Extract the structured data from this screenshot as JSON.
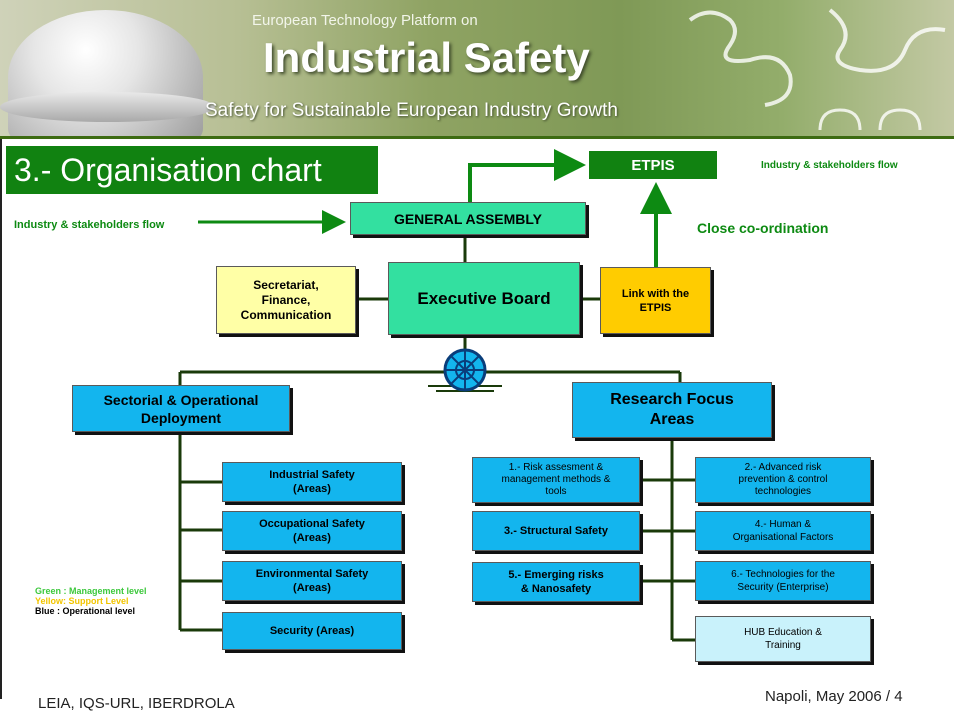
{
  "banner": {
    "line1": "European Technology Platform on",
    "title": "Industrial Safety",
    "subtitle": "Safety for Sustainable European Industry Growth"
  },
  "slide": {
    "title": "3.- Organisation chart"
  },
  "chart": {
    "etpis": "ETPIS",
    "flow_right": "Industry & stakeholders flow",
    "flow_left": "Industry & stakeholders flow",
    "close_coordination": "Close co-ordination",
    "general_assembly": "GENERAL ASSEMBLY",
    "secretariat": "Secretariat,\nFinance,\nCommunication",
    "executive_board": "Executive Board",
    "link_etpis": "Link with the\nETPIS",
    "sectorial": "Sectorial & Operational\nDeployment",
    "research": "Research Focus\nAreas",
    "sectorial_items": [
      "Industrial Safety\n(Areas)",
      "Occupational Safety\n(Areas)",
      "Environmental Safety\n(Areas)",
      "Security (Areas)"
    ],
    "research_left": [
      "1.- Risk assesment &\nmanagement methods &\ntools",
      "3.- Structural Safety",
      "5.- Emerging risks\n& Nanosafety"
    ],
    "research_right": [
      "2.- Advanced risk\nprevention & control\ntechnologies",
      "4.- Human &\nOrganisational Factors",
      "6.- Technologies for the\nSecurity (Enterprise)",
      "HUB Education &\nTraining"
    ]
  },
  "legend": {
    "green": "Green : Management level",
    "yellow": "Yellow: Support Level",
    "blue": "Blue : Operational level",
    "green_color": "#3cc83c",
    "yellow_color": "#f2c500",
    "blue_color": "#000000"
  },
  "footer": {
    "left": "LEIA, IQS-URL, IBERDROLA",
    "right": "Napoli, May 2006 / 4"
  }
}
